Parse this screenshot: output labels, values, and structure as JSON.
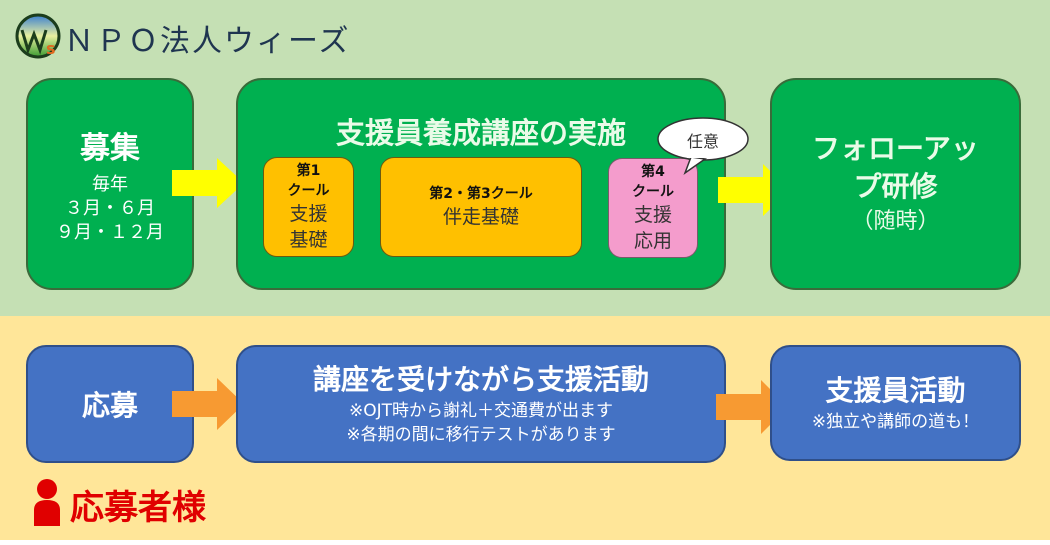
{
  "header": {
    "org_name": "ＮＰＯ法人ウィーズ",
    "logo_text": "WS"
  },
  "flow_top": {
    "recruit": {
      "title": "募集",
      "line1": "毎年",
      "line2": "３月・６月",
      "line3": "９月・１２月"
    },
    "course": {
      "title": "支援員養成講座の実施",
      "cool1": {
        "label1": "第1",
        "label2": "クール",
        "desc1": "支援",
        "desc2": "基礎"
      },
      "cool23": {
        "label": "第2・第3クール",
        "desc": "伴走基礎"
      },
      "cool4": {
        "label1": "第4",
        "label2": "クール",
        "desc1": "支援",
        "desc2": "応用"
      },
      "bubble": "任意"
    },
    "followup": {
      "title1": "フォローアッ",
      "title2": "プ研修",
      "note": "（随時）"
    }
  },
  "flow_bottom": {
    "apply": {
      "title": "応募"
    },
    "activity": {
      "title": "講座を受けながら支援活動",
      "note1": "※OJT時から謝礼＋交通費が出ます",
      "note2": "※各期の間に移行テストがあります"
    },
    "supporter": {
      "title": "支援員活動",
      "note": "※独立や講師の道も！"
    }
  },
  "footer": {
    "label": "応募者様"
  },
  "colors": {
    "green": "#00b050",
    "blue": "#4472c4",
    "orange": "#ffc000",
    "pink": "#f49ccc",
    "yellow_arrow": "#ffff00",
    "orange_arrow": "#f79a32",
    "red": "#e00000"
  }
}
